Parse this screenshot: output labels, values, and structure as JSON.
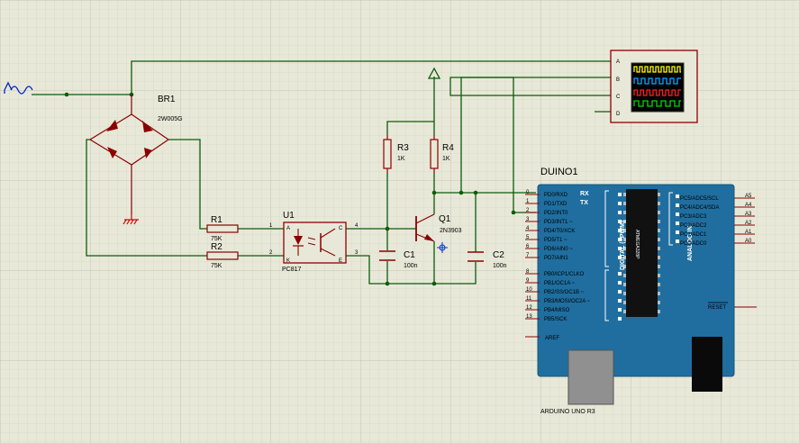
{
  "colors": {
    "background": "#e8e8d8",
    "grid": "#d0d0c0",
    "grid_major": "#bdbdad",
    "wire": "#0a5c0a",
    "component": "#8b0000",
    "arduino_board": "#1f6e9f",
    "chip": "#111111",
    "ground": "#cc0000"
  },
  "components": {
    "br1": {
      "ref": "BR1",
      "value": "2W005G"
    },
    "r1": {
      "ref": "R1",
      "value": "75K"
    },
    "r2": {
      "ref": "R2",
      "value": "75K"
    },
    "r3": {
      "ref": "R3",
      "value": "1K"
    },
    "r4": {
      "ref": "R4",
      "value": "1K"
    },
    "u1": {
      "ref": "U1",
      "value": "PC817",
      "pins": {
        "anode": "A",
        "cathode": "K",
        "collector": "C",
        "emitter": "E",
        "p1": "1",
        "p2": "2",
        "p3": "3",
        "p4": "4"
      }
    },
    "q1": {
      "ref": "Q1",
      "value": "2N3903"
    },
    "c1": {
      "ref": "C1",
      "value": "100n"
    },
    "c2": {
      "ref": "C2",
      "value": "100n"
    }
  },
  "scope": {
    "channels": [
      "A",
      "B",
      "C",
      "D"
    ],
    "trace_colors": [
      "#ffff00",
      "#00aaff",
      "#ff2020",
      "#00dd00"
    ]
  },
  "arduino": {
    "ref": "DUINO1",
    "name": "ARDUINO UNO R3",
    "digital_label": "DIGITAL (~PWM)",
    "analog_label": "ANALOG IN",
    "rx_label": "RX",
    "tx_label": "TX",
    "chip_label": "ATMEGA328P",
    "reset_label": "RESET",
    "aref_label": "AREF",
    "left_pins": [
      {
        "num": "0",
        "name": "PD0/RXD"
      },
      {
        "num": "1",
        "name": "PD1/TXD"
      },
      {
        "num": "2",
        "name": "PD2/INT0"
      },
      {
        "num": "3",
        "name": "PD3/INT1 ~"
      },
      {
        "num": "4",
        "name": "PD4/T0/XCK"
      },
      {
        "num": "5",
        "name": "PD5/T1 ~"
      },
      {
        "num": "6",
        "name": "PD6/AIN0 ~"
      },
      {
        "num": "7",
        "name": "PD7/AIN1"
      },
      {
        "num": "8",
        "name": "PB0/ICP1/CLKO"
      },
      {
        "num": "9",
        "name": "PB1/OC1A ~"
      },
      {
        "num": "10",
        "name": "PB2/SS/OC1B ~"
      },
      {
        "num": "11",
        "name": "PB3/MOSI/OC2A ~"
      },
      {
        "num": "12",
        "name": "PB4/MISO"
      },
      {
        "num": "13",
        "name": "PB5/SCK"
      }
    ],
    "right_pins": [
      {
        "name": "PC5/ADC5/SCL",
        "num": "A5"
      },
      {
        "name": "PC4/ADC4/SDA",
        "num": "A4"
      },
      {
        "name": "PC3/ADC3",
        "num": "A3"
      },
      {
        "name": "PC2/ADC2",
        "num": "A2"
      },
      {
        "name": "PC1/ADC1",
        "num": "A1"
      },
      {
        "name": "PC0/ADC0",
        "num": "A0"
      }
    ]
  }
}
